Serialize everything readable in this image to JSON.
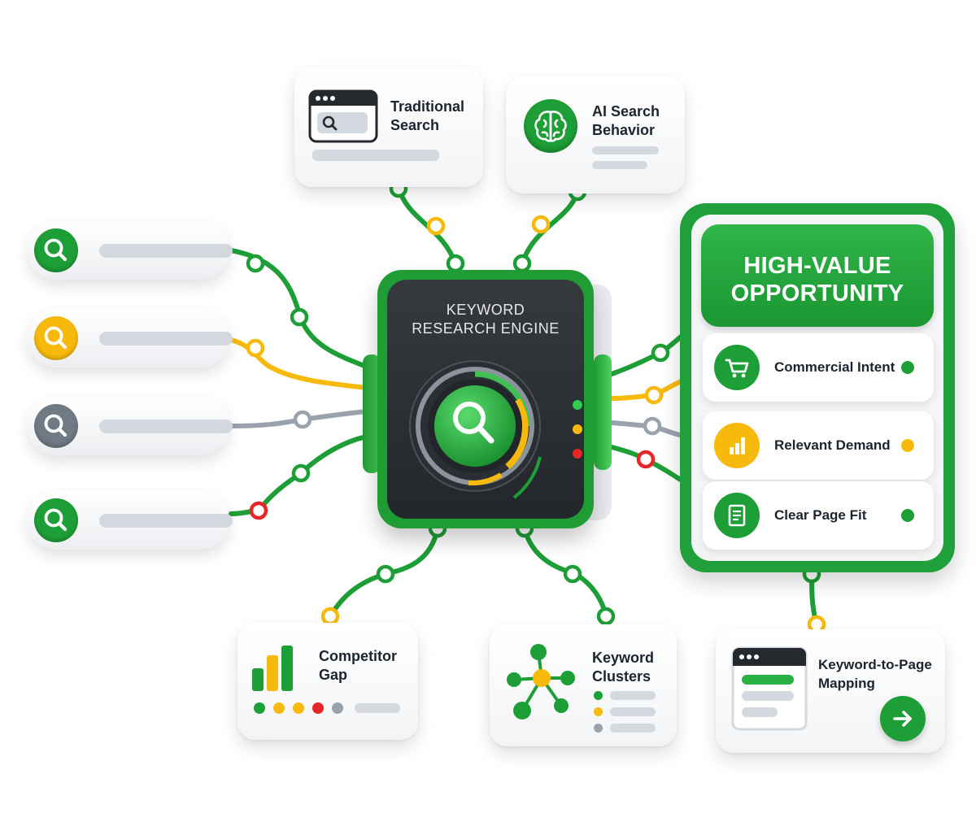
{
  "engine": {
    "title_line1": "KEYWORD",
    "title_line2": "RESEARCH ENGINE",
    "icon": "magnifier-icon"
  },
  "sources": {
    "traditional_search": {
      "title_line1": "Traditional",
      "title_line2": "Search",
      "icon": "browser-search-icon"
    },
    "ai_search": {
      "title_line1": "AI Search",
      "title_line2": "Behavior",
      "icon": "brain-icon"
    }
  },
  "query_pills": [
    {
      "color": "#1e9e36",
      "icon": "search-icon"
    },
    {
      "color": "#f6b90c",
      "icon": "search-icon"
    },
    {
      "color": "#6f7a85",
      "icon": "search-icon"
    },
    {
      "color": "#1e9e36",
      "icon": "search-icon"
    }
  ],
  "opportunity": {
    "title_line1": "HIGH-VALUE",
    "title_line2": "OPPORTUNITY",
    "items": [
      {
        "label": "Commercial Intent",
        "icon": "cart-icon",
        "color": "#1e9e36",
        "status_color": "#1e9e36"
      },
      {
        "label": "Relevant Demand",
        "icon": "bar-chart-icon",
        "color": "#f6b90c",
        "status_color": "#f6b90c"
      },
      {
        "label": "Clear Page Fit",
        "icon": "document-icon",
        "color": "#1e9e36",
        "status_color": "#1e9e36"
      }
    ]
  },
  "outputs": {
    "competitor_gap": {
      "title_line1": "Competitor",
      "title_line2": "Gap",
      "icon": "bar-chart-icon"
    },
    "keyword_clusters": {
      "title_line1": "Keyword",
      "title_line2": "Clusters",
      "icon": "cluster-network-icon"
    },
    "page_mapping": {
      "title_line1": "Keyword-to-Page",
      "title_line2": "Mapping",
      "icon": "browser-page-icon",
      "action_icon": "arrow-right-icon"
    }
  },
  "colors": {
    "green": "#1e9e36",
    "yellow": "#f6b90c",
    "gray": "#9aa3ad",
    "red": "#e8262a",
    "dark": "#25292d"
  }
}
